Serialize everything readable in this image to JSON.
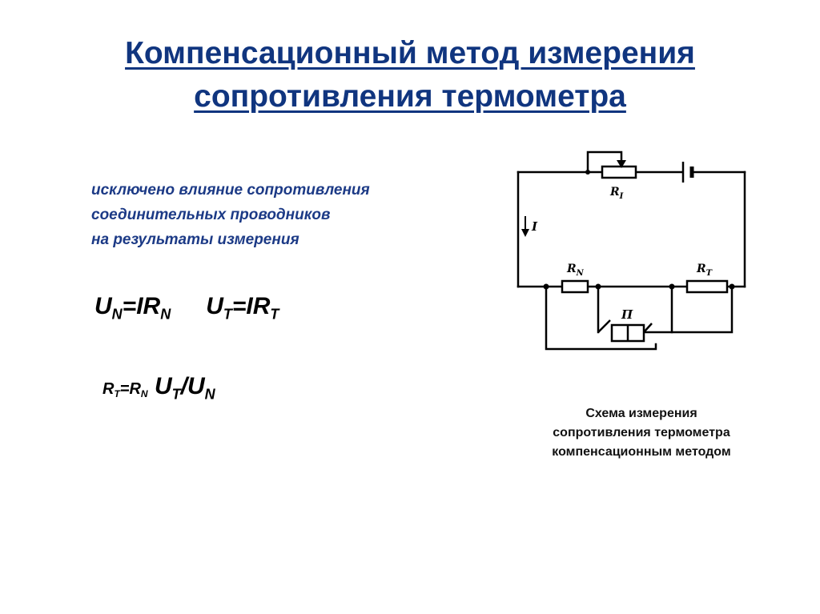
{
  "title": {
    "line1": "Компенсационный метод измерения",
    "line2": "сопротивления термометра"
  },
  "bullet": {
    "line1": "исключено влияние сопротивления",
    "line2": "соединительных проводников",
    "line3": "на результаты измерения"
  },
  "formulas": {
    "un_var": "U",
    "un_sub": "N",
    "un_eq": "=IR",
    "un_eq_sub": "N",
    "ut_var": "U",
    "ut_sub": "T",
    "ut_eq": "=IR",
    "ut_eq_sub": "T",
    "rt_var": "R",
    "rt_sub": "T",
    "rt_eq": "=R",
    "rt_eq_sub": "N",
    "rt_u1": "U",
    "rt_u1_sub": "T",
    "rt_slash": "/U",
    "rt_u2_sub": "N"
  },
  "circuit": {
    "ri_label": "R",
    "ri_sub": "I",
    "rn_label": "R",
    "rn_sub": "N",
    "rt_label": "R",
    "rt_sub": "T",
    "current_label": "I",
    "switch_label": "П"
  },
  "caption": {
    "line1": "Схема измерения",
    "line2": "сопротивления  термометра",
    "line3": "компенсационным методом"
  }
}
